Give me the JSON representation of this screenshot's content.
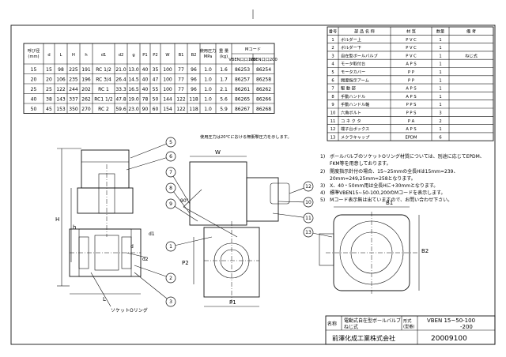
{
  "spec_table": {
    "headers": [
      "呼び径\n(mm)",
      "d",
      "L",
      "H",
      "h",
      "d1",
      "d2",
      "ɡ",
      "P1",
      "P2",
      "W",
      "B1",
      "B2",
      "使用圧力\nMPa",
      "重 量\n(kg)",
      "Mコード"
    ],
    "mcode_sub": [
      "VBEN口口100",
      "VBEN口口200"
    ],
    "rows": [
      [
        "15",
        "15",
        "98",
        "225",
        "191",
        "RC 1/2",
        "21.0",
        "13.0",
        "40",
        "35",
        "100",
        "77",
        "96",
        "1.0",
        "1.6",
        "86253",
        "86254"
      ],
      [
        "20",
        "20",
        "106",
        "235",
        "196",
        "RC 3/4",
        "26.4",
        "14.5",
        "40",
        "47",
        "100",
        "77",
        "96",
        "1.0",
        "1.7",
        "86257",
        "86258"
      ],
      [
        "25",
        "25",
        "122",
        "244",
        "202",
        "RC 1",
        "33.3",
        "16.5",
        "40",
        "55",
        "100",
        "77",
        "96",
        "1.0",
        "2.1",
        "86261",
        "86262"
      ],
      [
        "40",
        "38",
        "143",
        "337",
        "262",
        "RC1 1/2",
        "47.8",
        "19.0",
        "78",
        "50",
        "144",
        "122",
        "118",
        "1.0",
        "5.6",
        "86265",
        "86266"
      ],
      [
        "50",
        "45",
        "153",
        "350",
        "270",
        "RC 2",
        "59.6",
        "23.0",
        "90",
        "60",
        "154",
        "122",
        "118",
        "1.0",
        "5.9",
        "86267",
        "86268"
      ]
    ],
    "note": "使用圧力は20℃における無衝撃圧力を示します。"
  },
  "parts_table": {
    "headers": [
      "番号",
      "部 品 名 称",
      "材 質",
      "数量",
      "備 考"
    ],
    "rows": [
      [
        "1",
        "ボルダー上",
        "P V C",
        "1",
        ""
      ],
      [
        "2",
        "ボルダー下",
        "P V C",
        "1",
        ""
      ],
      [
        "3",
        "自在型ボールバルブ",
        "P V C",
        "1",
        "ねじ式"
      ],
      [
        "4",
        "モータ取付台",
        "A P S",
        "1",
        ""
      ],
      [
        "5",
        "モータカバー",
        "P P",
        "1",
        ""
      ],
      [
        "6",
        "開度指示アーム",
        "P P",
        "1",
        ""
      ],
      [
        "7",
        "駆 動 部",
        "A P S",
        "1",
        ""
      ],
      [
        "8",
        "手動ハンドル",
        "A P S",
        "1",
        ""
      ],
      [
        "9",
        "手動ハンドル軸",
        "P P S",
        "1",
        ""
      ],
      [
        "10",
        "六角ボルト",
        "P P S",
        "3",
        ""
      ],
      [
        "11",
        "コ ネ ク タ",
        "P A",
        "2",
        ""
      ],
      [
        "12",
        "端子台ボックス",
        "A P S",
        "1",
        ""
      ],
      [
        "13",
        "メクラキャップ",
        "EPDM",
        "6",
        ""
      ]
    ]
  },
  "notes": [
    "1)　ボールバルブのソケットOリング材質については、別途に応じてEPDM、",
    "　　FKM等を用意しております。",
    "2)　開度指示針付の場合、15~25mmの全長Hは15mm=239、",
    "　　20mm=249,25mm=258となります。",
    "3)　X、40・50mm用は全長Hに+30mmとなります。",
    "4)　標準VBEN15~50-100,200のMコードを表示します。",
    "5)　Mコード表示無は出ていますので、お問い合わせ下さい。"
  ],
  "drawing_labels": {
    "H": "H",
    "h": "h",
    "L": "L",
    "d": "d",
    "d1": "d1",
    "d2": "d2",
    "W": "W",
    "P1": "P1",
    "P2": "P2",
    "B1": "B1",
    "B2": "B2",
    "angle": "90°",
    "socket_label": "ソケットOリング",
    "balloons": [
      "5",
      "6",
      "7",
      "8",
      "9",
      "1",
      "2",
      "3",
      "12",
      "10",
      "11",
      "13"
    ]
  },
  "title_block": {
    "name_label": "名称",
    "product_name": "電動式自在型ボールバルブ\nねじ式",
    "model_label": "形式\n(型番)",
    "model": "VBEN 15~50-100\n　　　　　　-200",
    "company": "前澤化成工業株式会社",
    "drawing_no": "20009100"
  }
}
